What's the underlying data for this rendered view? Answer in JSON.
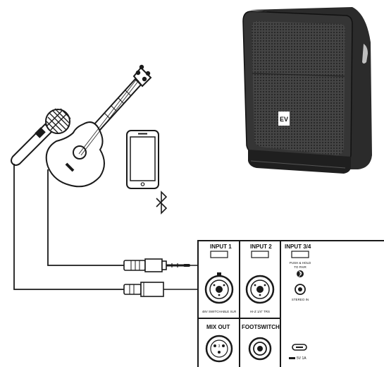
{
  "panel": {
    "input1_title": "INPUT 1",
    "input2_title": "INPUT 2",
    "input34_title": "INPUT 3/4",
    "push_hold_line1": "PUSH & HOLD",
    "push_hold_line2": "TO PAIR",
    "stereo_in_label": "STEREO IN",
    "input1_sub": "48V SWITCHABLE XLR",
    "input2_sub": "HI-Z 1/4\" TRS",
    "mixout_title": "MIX OUT",
    "footswitch_title": "FOOTSWITCH",
    "usb_label": "5V 1A"
  },
  "speaker": {
    "logo": "EV"
  },
  "colors": {
    "line": "#1a1a1a",
    "panel_bg": "#ffffff",
    "speaker_dark": "#2b2b2b",
    "grille": "#3a3a3a"
  },
  "icons": [
    "microphone-icon",
    "acoustic-guitar-icon",
    "smartphone-icon",
    "bluetooth-icon",
    "speaker-icon"
  ]
}
